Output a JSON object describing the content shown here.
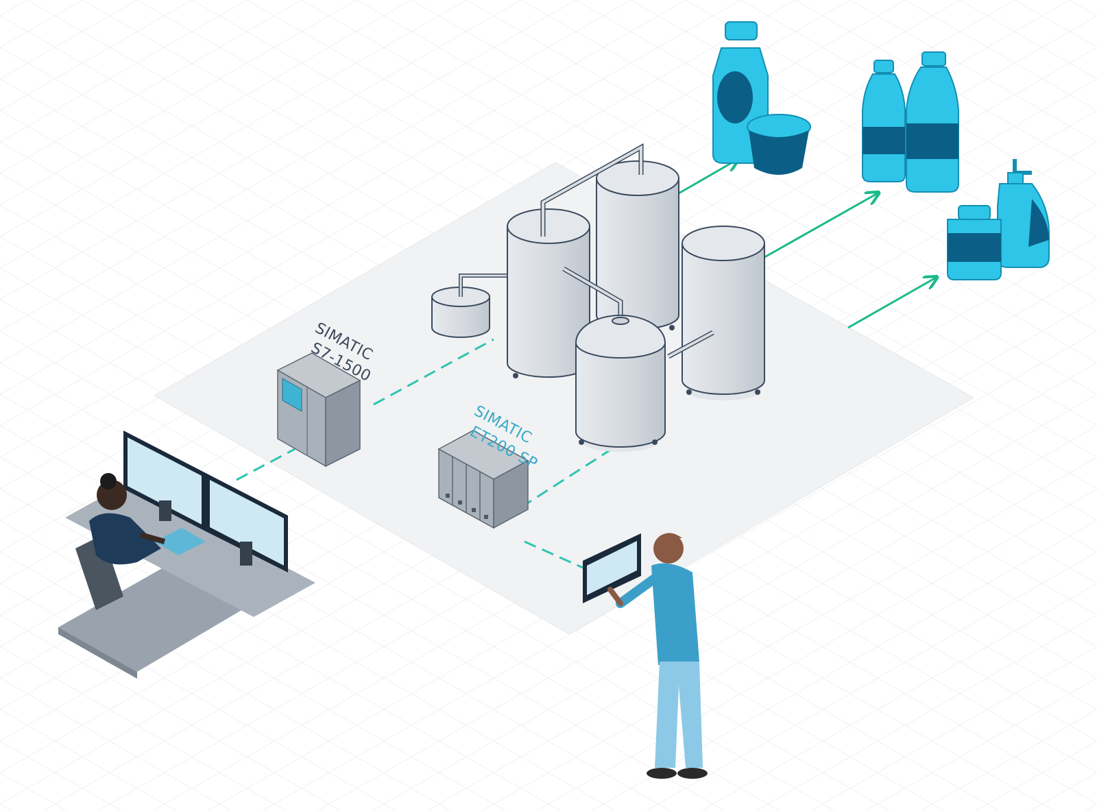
{
  "labels": {
    "plc": {
      "line1": "SIMATIC",
      "line2": "S7-1500"
    },
    "io": {
      "line1": "SIMATIC",
      "line2": "ET200 SP"
    }
  },
  "colors": {
    "background": "#ffffff",
    "grid": "#eef0f3",
    "floor": "#f1f2f3",
    "tank_body": "#d9dde2",
    "tank_outline": "#3a4a5e",
    "product_light": "#2ec5e8",
    "product_dark": "#0b5f86",
    "arrow": "#1bb98a",
    "plc_body": "#a9b1ba",
    "plc_screen": "#3fb3d3",
    "desk": "#9aa3ad",
    "operator_shirt": "#3c9fc9",
    "operator_pants": "#8cc9e6"
  },
  "icons": [
    "bottle-icon",
    "cup-icon",
    "pump-bottle-icon",
    "jar-icon",
    "tank-icon",
    "monitor-icon",
    "touch-panel-icon"
  ]
}
